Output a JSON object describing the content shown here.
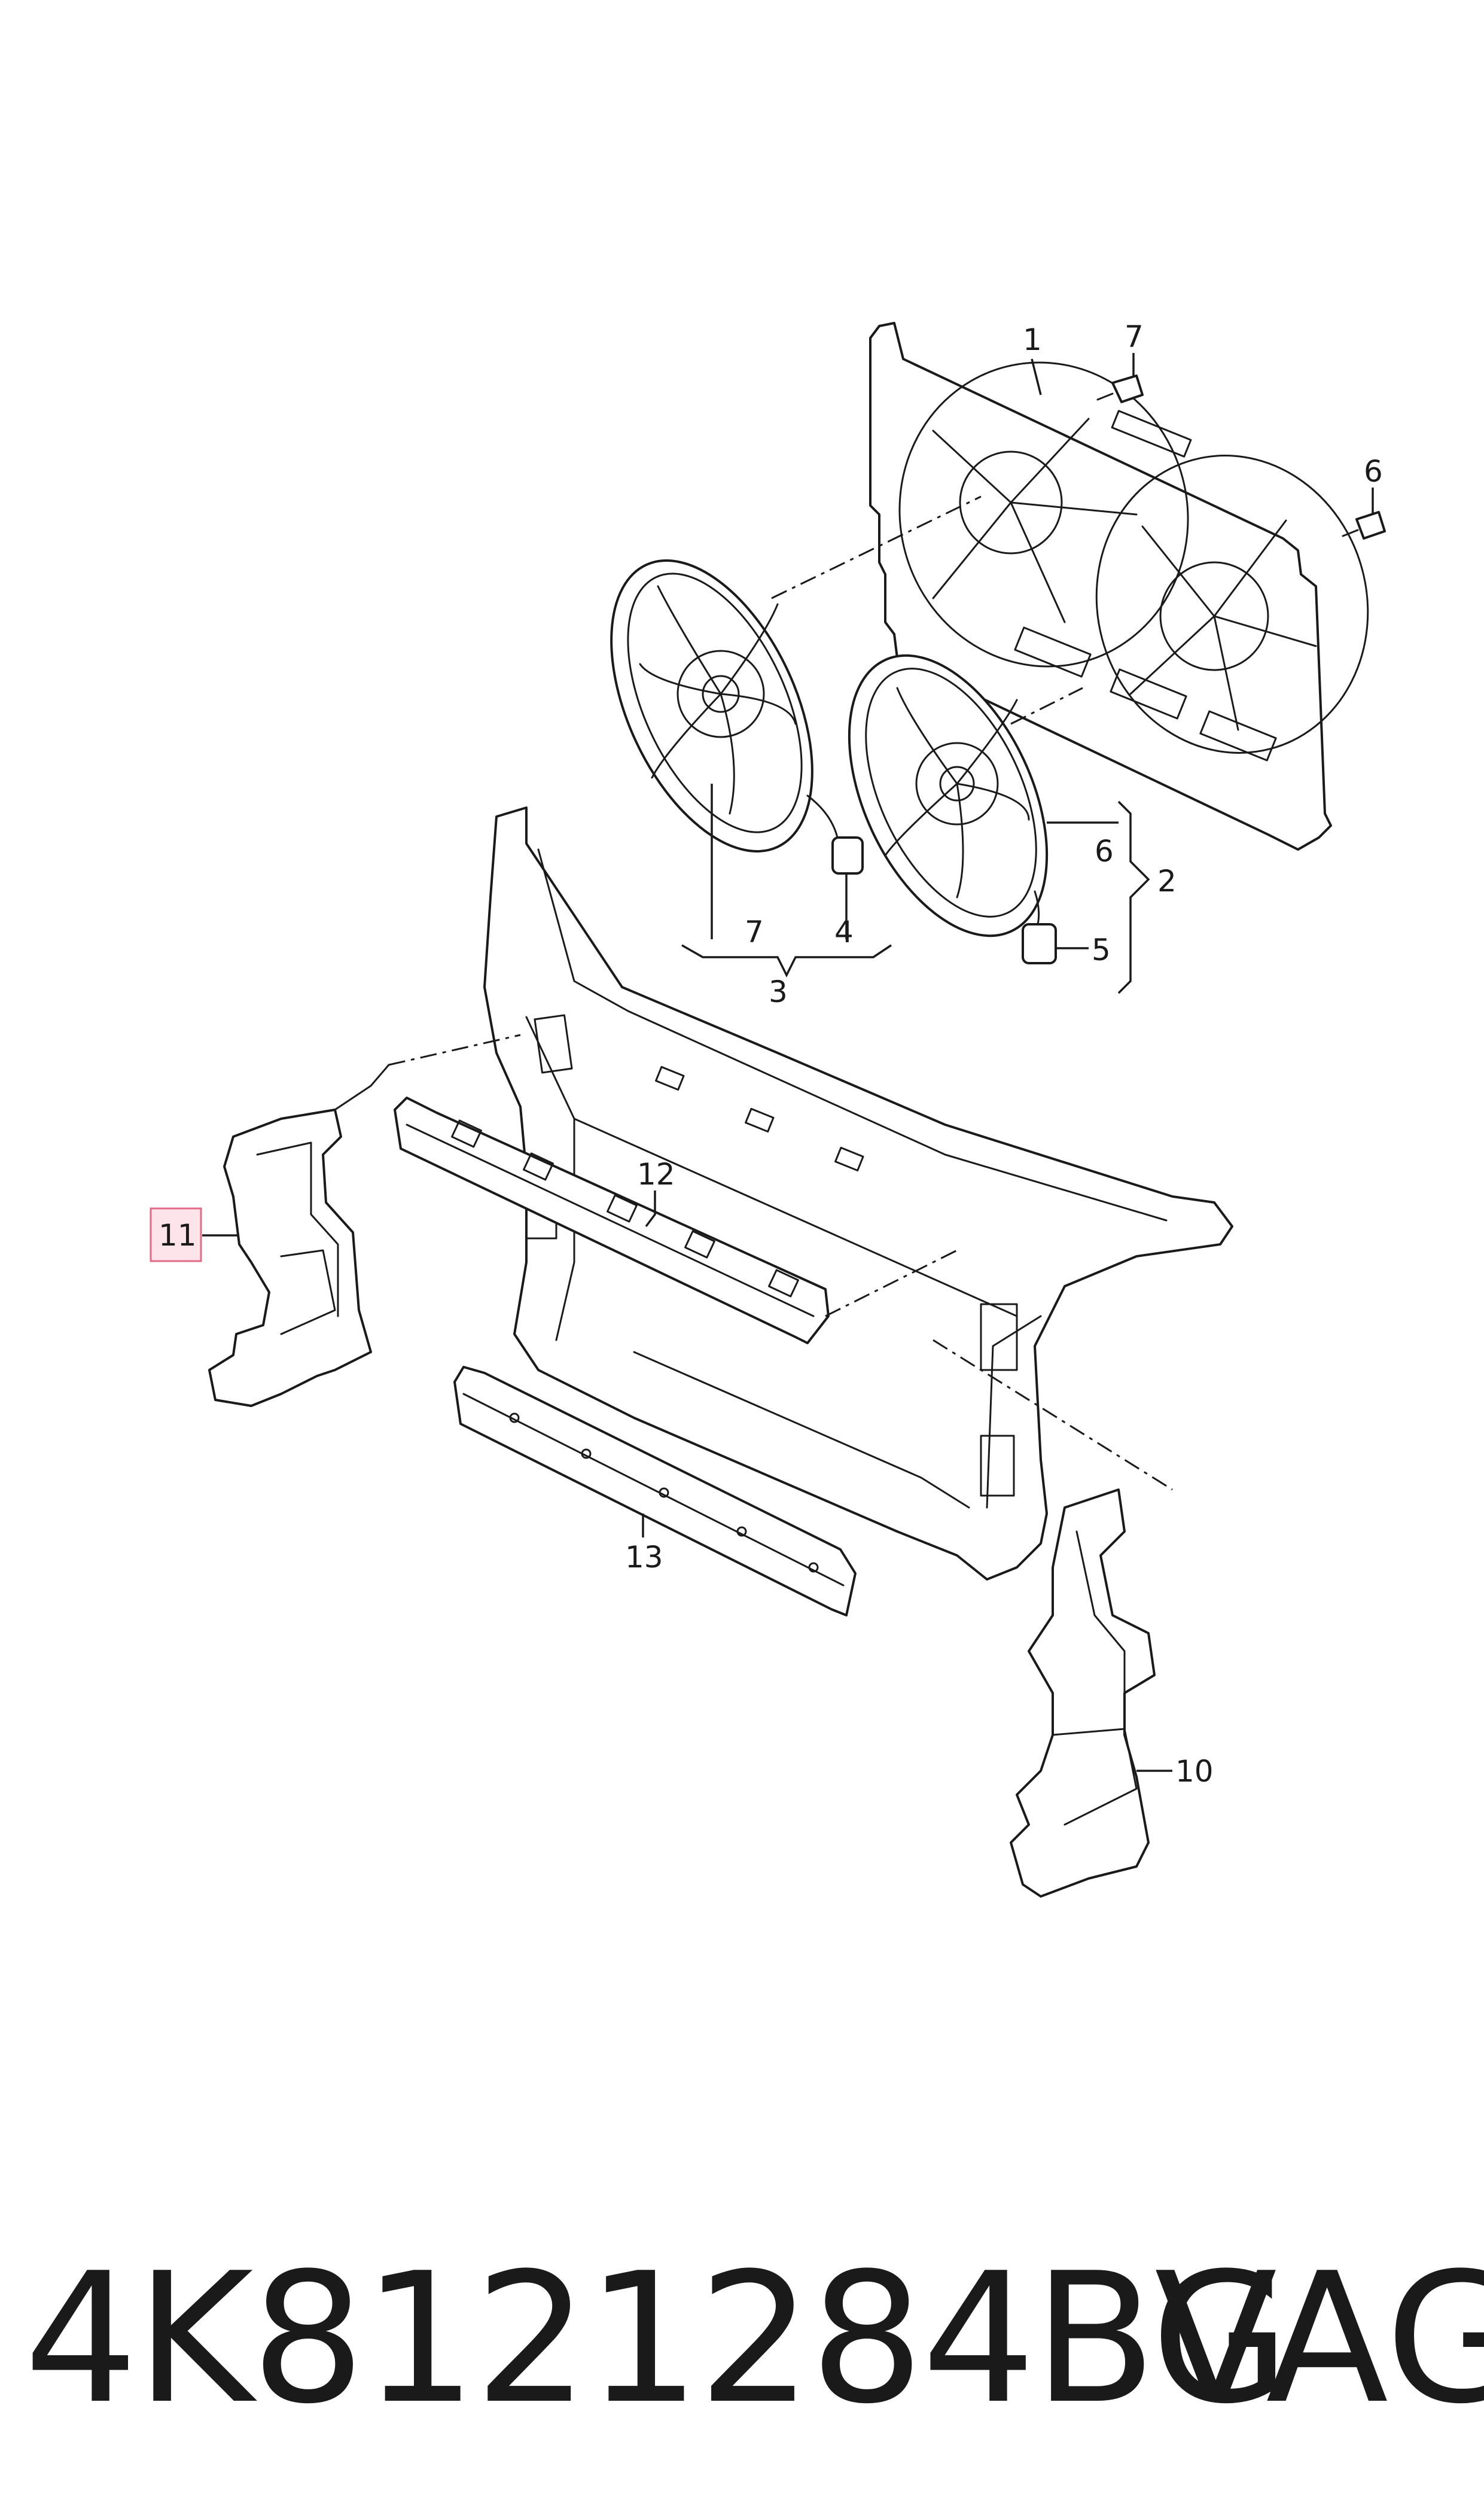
{
  "callouts": {
    "c1": "1",
    "c7_top": "7",
    "c6_top": "6",
    "c6_right": "6",
    "c2": "2",
    "c7_bottom": "7",
    "c4": "4",
    "c3": "3",
    "c5": "5",
    "c12": "12",
    "c11": "11",
    "c13": "13",
    "c10": "10"
  },
  "highlighted_callout": "11",
  "colors": {
    "line": "#1a1a1a",
    "highlight_fill": "#fde4ea",
    "highlight_border": "#e36a86"
  },
  "footer": {
    "part_number": "4K8121284BG",
    "brand": "VAG"
  }
}
